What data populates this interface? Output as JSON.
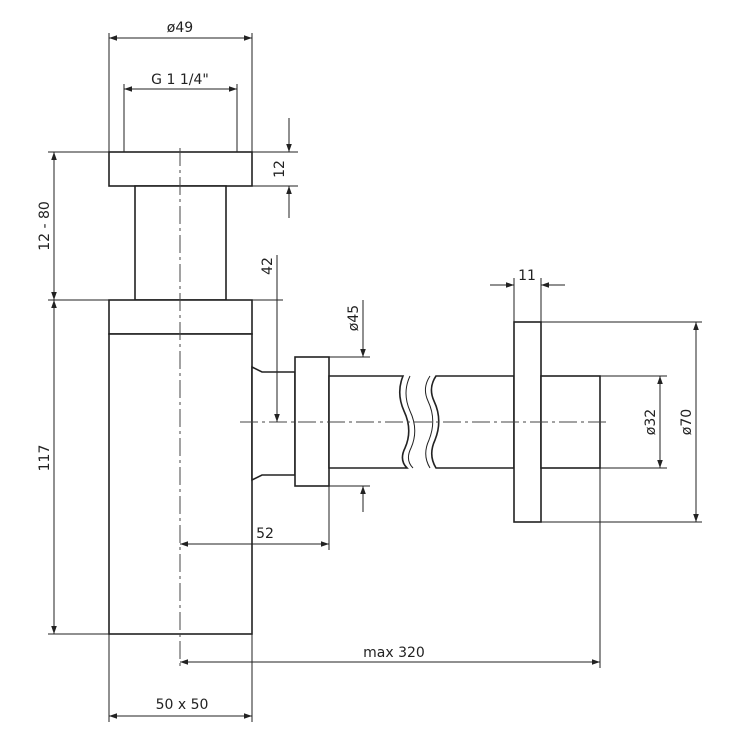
{
  "dimensions": {
    "d49": "ø49",
    "thread": "G 1 1/4\"",
    "h12": "12",
    "h12_80": "12 - 80",
    "h42": "42",
    "d45": "ø45",
    "w11": "11",
    "d32": "ø32",
    "d70": "ø70",
    "h117": "117",
    "w52": "52",
    "max320": "max 320",
    "size50x50": "50 x 50"
  }
}
